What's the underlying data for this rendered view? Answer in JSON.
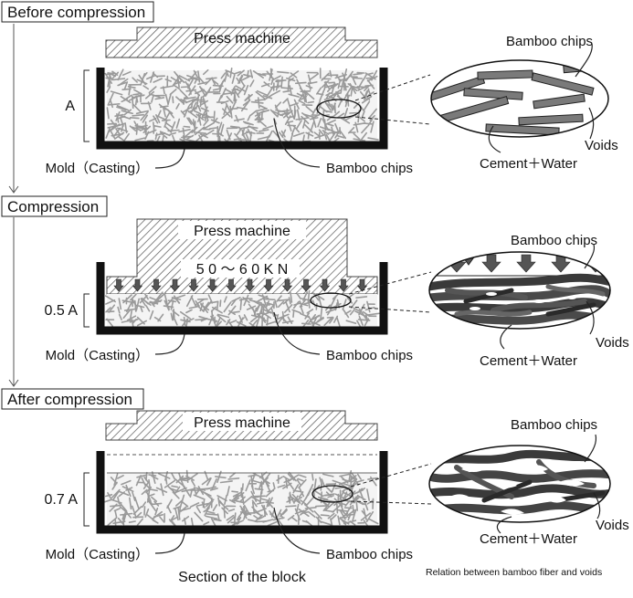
{
  "stages": [
    {
      "title": "Before compression",
      "press_label": "Press machine",
      "height_label": "A",
      "mold_label": "Mold（Casting）",
      "chips_label": "Bamboo chips",
      "detail": {
        "chips": "Bamboo chips",
        "voids": "Voids",
        "cement": "Cement＋Water"
      }
    },
    {
      "title": "Compression",
      "press_label": "Press machine",
      "force_label": "5 0 ～ 6 0 K N",
      "height_label": "0.5 A",
      "mold_label": "Mold（Casting）",
      "chips_label": "Bamboo chips",
      "detail": {
        "chips": "Bamboo chips",
        "voids": "Voids",
        "cement": "Cement＋Water"
      }
    },
    {
      "title": "After compression",
      "press_label": "Press machine",
      "height_label": "0.7 A",
      "mold_label": "Mold（Casting）",
      "chips_label": "Bamboo chips",
      "detail": {
        "chips": "Bamboo chips",
        "voids": "Voids",
        "cement": "Cement＋Water"
      }
    }
  ],
  "footer": {
    "section_label": "Section of the block",
    "relation_label": "Relation between bamboo fiber and voids"
  },
  "colors": {
    "mold": "#111111",
    "chip": "#9a9a9a",
    "fiber": "#6e6e6e",
    "fiber_dense": "#3d3d3d",
    "hatch": "#555555"
  }
}
